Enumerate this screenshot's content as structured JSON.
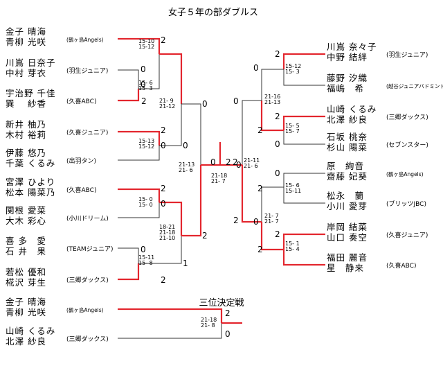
{
  "title": "女子５年の部ダブルス",
  "third_place_title": "三位決定戦",
  "colors": {
    "winner_line": "#e3262e",
    "line": "#333333"
  },
  "left_entries": [
    {
      "p1": "金子 晴海",
      "p2": "青柳 光咲",
      "team": "(鶴ヶ島Angels)"
    },
    {
      "p1": "川嶌 日奈子",
      "p2": "中村 芽衣",
      "team": "(羽生ジュニア)"
    },
    {
      "p1": "宇治野 千佳",
      "p2": "巽　 紗香",
      "team": "(久喜ABC)"
    },
    {
      "p1": "新井 柚乃",
      "p2": "木村 裕莉",
      "team": "(久喜ジュニア)"
    },
    {
      "p1": "伊藤 悠乃",
      "p2": "千葉 くるみ",
      "team": "(出羽タン)"
    },
    {
      "p1": "宮澤 ひより",
      "p2": "松本 陽菜乃",
      "team": "(久喜ABC)"
    },
    {
      "p1": "関根 愛菜",
      "p2": "大木 彩心",
      "team": "(小川ドリーム)"
    },
    {
      "p1": "喜 多　愛",
      "p2": "石 井　果",
      "team": "(TEAMジュニア)"
    },
    {
      "p1": "若松 優和",
      "p2": "椛沢 芽生",
      "team": "(三郷ダックス)"
    }
  ],
  "right_entries": [
    {
      "p1": "川嶌 奈々子",
      "p2": "中野 結絆",
      "team": "(羽生ジュニア)"
    },
    {
      "p1": "藤野 汐織",
      "p2": "福嶋　希",
      "team": "(越谷ジュニアバドミントンチーム)"
    },
    {
      "p1": "山崎 くるみ",
      "p2": "北澤 紗良",
      "team": "(三郷ダックス)"
    },
    {
      "p1": "石坂 桃奈",
      "p2": "杉山 陽菜",
      "team": "(セブンスター)"
    },
    {
      "p1": "原　絢音",
      "p2": "齋藤 妃葵",
      "team": "(鶴ヶ島Angels)"
    },
    {
      "p1": "松永　蘭",
      "p2": "小川 愛芽",
      "team": "(ブリッツJBC)"
    },
    {
      "p1": "岸岡 結菜",
      "p2": "山口 奏空",
      "team": "(久喜ジュニア)"
    },
    {
      "p1": "福田 麗音",
      "p2": "星　静来",
      "team": "(久喜ABC)"
    }
  ],
  "third_entries": [
    {
      "p1": "金子 晴海",
      "p2": "青柳 光咲",
      "team": "(鶴ヶ島Angels)"
    },
    {
      "p1": "山崎 くるみ",
      "p2": "北澤 紗良",
      "team": "(三郷ダックス)"
    }
  ],
  "scores": [
    {
      "id": "l-e1",
      "value": "2"
    },
    {
      "id": "l-qa-top",
      "value": "0"
    },
    {
      "id": "l-qa-bot",
      "value": "0"
    },
    {
      "id": "l-e3",
      "value": "2"
    },
    {
      "id": "l-e4",
      "value": "2"
    },
    {
      "id": "l-e5",
      "value": "0"
    },
    {
      "id": "l-e6",
      "value": "2"
    },
    {
      "id": "l-e7",
      "value": "0"
    },
    {
      "id": "l-qb-top",
      "value": "0"
    },
    {
      "id": "l-qb-bot",
      "value": "1"
    },
    {
      "id": "l-e9",
      "value": "2"
    },
    {
      "id": "l-sf1",
      "value": "0"
    },
    {
      "id": "l-sf2",
      "value": "0"
    },
    {
      "id": "l-sf3",
      "value": "2"
    },
    {
      "id": "l-f",
      "value": "0"
    },
    {
      "id": "r-f",
      "value": "2"
    },
    {
      "id": "r-e1",
      "value": "2"
    },
    {
      "id": "r-e2",
      "value": "0"
    },
    {
      "id": "r-e3",
      "value": "2"
    },
    {
      "id": "r-e4",
      "value": "0"
    },
    {
      "id": "r-e5",
      "value": "2"
    },
    {
      "id": "r-e6",
      "value": "0"
    },
    {
      "id": "r-e7",
      "value": "2"
    },
    {
      "id": "r-e8",
      "value": "2"
    },
    {
      "id": "r-sf1",
      "value": "0"
    },
    {
      "id": "r-sf2",
      "value": "2"
    },
    {
      "id": "r-sf3",
      "value": "0"
    },
    {
      "id": "r-sf4",
      "value": "2"
    },
    {
      "id": "r-s1",
      "value": "0"
    },
    {
      "id": "r-s2",
      "value": "2"
    },
    {
      "id": "t-top",
      "value": "2"
    },
    {
      "id": "t-bot",
      "value": "0"
    }
  ],
  "game_scores": [
    {
      "id": "m-l1",
      "lines": [
        "15-10",
        "15-12"
      ]
    },
    {
      "id": "m-l2",
      "lines": [
        "15- 6",
        "15- 3"
      ]
    },
    {
      "id": "m-l3",
      "lines": [
        "15-13",
        "15-12"
      ]
    },
    {
      "id": "m-l4",
      "lines": [
        "15- 0",
        "15- 0"
      ]
    },
    {
      "id": "m-l5",
      "lines": [
        "15-11",
        "15- 8"
      ]
    },
    {
      "id": "m-l6",
      "lines": [
        "21- 9",
        "21-12"
      ]
    },
    {
      "id": "m-l7",
      "lines": [
        "18-21",
        "21-18",
        "21-10"
      ]
    },
    {
      "id": "m-l8",
      "lines": [
        "21-13",
        "21- 6"
      ]
    },
    {
      "id": "m-final",
      "lines": [
        "21-18",
        "21- 7"
      ]
    },
    {
      "id": "m-r1",
      "lines": [
        "15-12",
        "15- 3"
      ]
    },
    {
      "id": "m-r2",
      "lines": [
        "15- 5",
        "15- 7"
      ]
    },
    {
      "id": "m-r3",
      "lines": [
        "15- 6",
        "15-11"
      ]
    },
    {
      "id": "m-r4",
      "lines": [
        "15- 1",
        "15- 4"
      ]
    },
    {
      "id": "m-r5",
      "lines": [
        "21-16",
        "21-13"
      ]
    },
    {
      "id": "m-r6",
      "lines": [
        "21- 7",
        "21- 7"
      ]
    },
    {
      "id": "m-r7",
      "lines": [
        "21-11",
        "21- 6"
      ]
    },
    {
      "id": "m-third",
      "lines": [
        "21-18",
        "21- 8"
      ]
    }
  ]
}
